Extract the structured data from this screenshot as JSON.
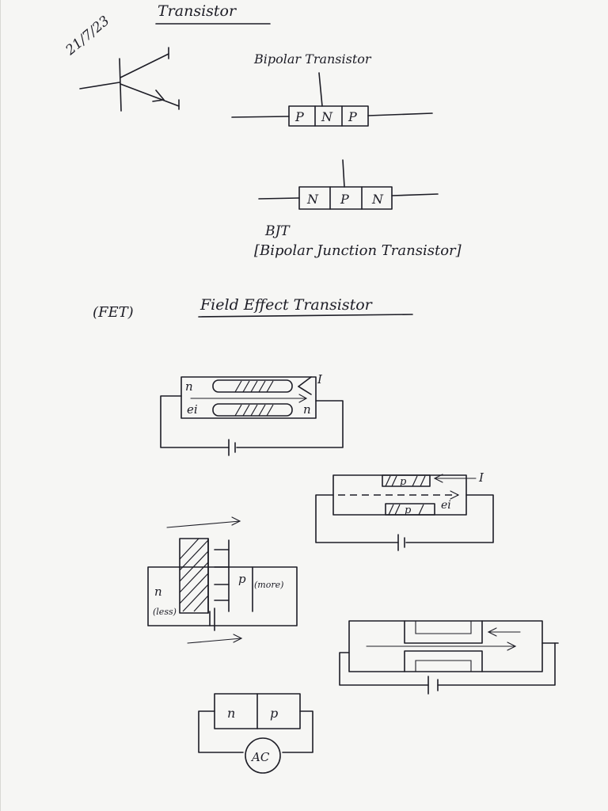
{
  "date": "21/7/23",
  "title": "Transistor",
  "bipolar_heading": "Bipolar Transistor",
  "pnp_layers": [
    "P",
    "N",
    "P"
  ],
  "npn_layers": [
    "N",
    "P",
    "N"
  ],
  "bjt_abbrev": "BJT",
  "bjt_full": "[Bipolar Junction Transistor]",
  "fet_abbrev": "(FET)",
  "fet_heading": "Field Effect Transistor",
  "fig1": {
    "top_label": "n",
    "bottom_label": "ei",
    "right_label": "n",
    "current_label": "I"
  },
  "fig2": {
    "top_label": "p",
    "bottom_label": "p",
    "current_label": "I",
    "side_label": "ei"
  },
  "fig3": {
    "n_label": "n",
    "n_note": "(less)",
    "p_label": "p",
    "p_note": "(more)"
  },
  "fig5": {
    "left_label": "n",
    "right_label": "p",
    "source_label": "AC"
  }
}
